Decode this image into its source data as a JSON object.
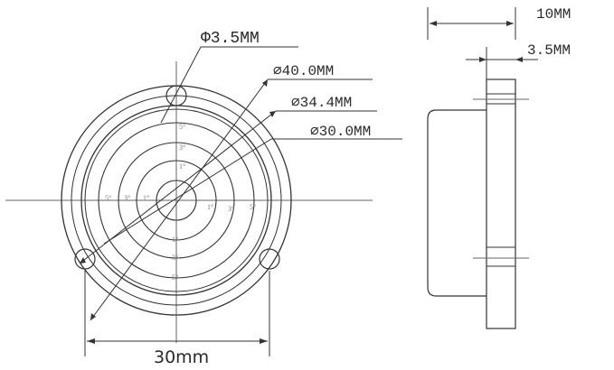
{
  "front_view": {
    "dimensions": {
      "hole_diameter": "Φ3.5MM",
      "outer_diameter": "⌀40.0MM",
      "mid_diameter": "⌀34.4MM",
      "inner_diameter": "⌀30.0MM",
      "bottom_width": "30mm"
    },
    "scale_labels": [
      "5°",
      "3°",
      "1°",
      "1°",
      "3°",
      "5°",
      "5°",
      "3°",
      "1°",
      "1°",
      "3°",
      "5°"
    ]
  },
  "side_view": {
    "dimensions": {
      "total_thickness": "10MM",
      "flange_thickness": "3.5MM"
    }
  }
}
